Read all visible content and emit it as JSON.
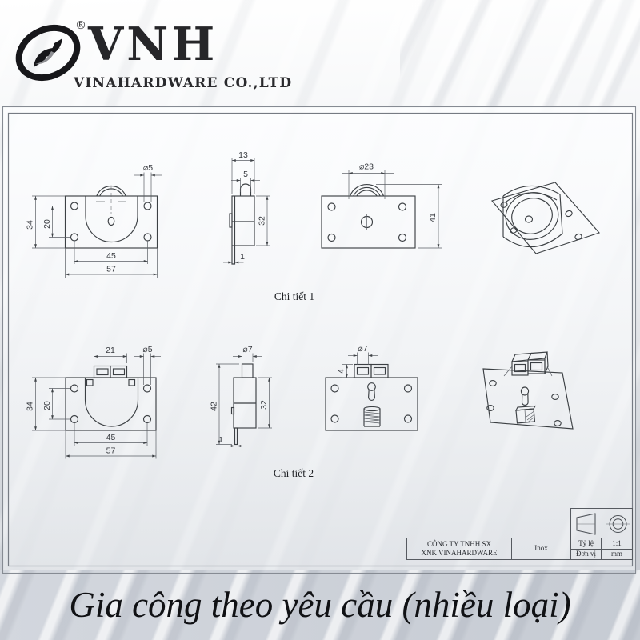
{
  "header": {
    "logo_acronym": "VNH",
    "registered_mark": "®",
    "company_name": "VINAHARDWARE CO.,LTD"
  },
  "details": {
    "detail1": {
      "label": "Chi tiết 1",
      "front": {
        "plate_height": "34",
        "hole_row_spacing": "20",
        "hole_col_spacing": "45",
        "plate_width": "57",
        "hole_diameter": "⌀5"
      },
      "side": {
        "body_width": "13",
        "tab_width": "5",
        "body_height": "32",
        "plate_thickness": "1"
      },
      "back": {
        "wheel_diameter": "⌀23",
        "overall_height": "41"
      }
    },
    "detail2": {
      "label": "Chi tiết 2",
      "front": {
        "tab_span": "21",
        "hole_diameter": "⌀5",
        "plate_height": "34",
        "hole_row_spacing": "20",
        "hole_col_spacing": "45",
        "plate_width": "57"
      },
      "side": {
        "pin_diameter": "⌀7",
        "overall_height": "42",
        "body_height": "32",
        "plate_thickness": "1"
      },
      "back": {
        "slot_diameter": "⌀7",
        "tab_height": "4"
      }
    }
  },
  "title_block": {
    "company_line1": "CÔNG TY TNHH SX",
    "company_line2": "XNK VINAHARDWARE",
    "material": "Inox",
    "scale_label": "Tỷ lệ",
    "scale_value": "1:1",
    "unit_label": "Đơn vị",
    "unit_value": "mm"
  },
  "footer": {
    "slogan": "Gia công theo yêu cầu (nhiều loại)"
  }
}
